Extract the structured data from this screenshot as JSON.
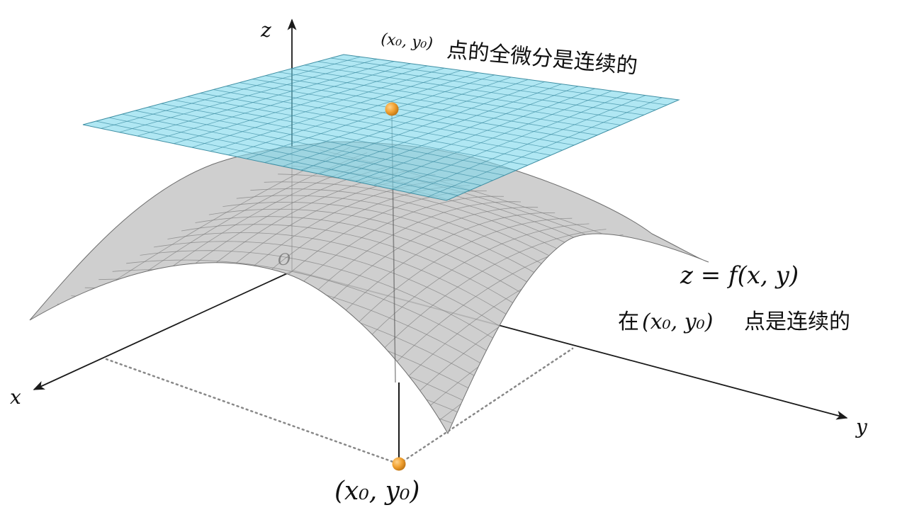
{
  "labels": {
    "z_axis": "z",
    "x_axis": "x",
    "y_axis": "y",
    "origin": "O",
    "plane_label_math": "(x₀, y₀)",
    "plane_label_text": "点的全微分是连续的",
    "surface_eq": "z = f(x, y)",
    "surface_text_prefix": "在",
    "surface_text_math": "(x₀, y₀)",
    "surface_text_suffix": "点是连续的",
    "point_label": "(x₀, y₀)"
  },
  "colors": {
    "plane_fill": "#7fd8ec",
    "plane_grid": "#3d8ea3",
    "surface_fill": "#c8c8c8",
    "surface_grid": "#7a7a7a",
    "point": "#f0a030",
    "axis": "#1a1a1a",
    "dotted": "#888888"
  }
}
